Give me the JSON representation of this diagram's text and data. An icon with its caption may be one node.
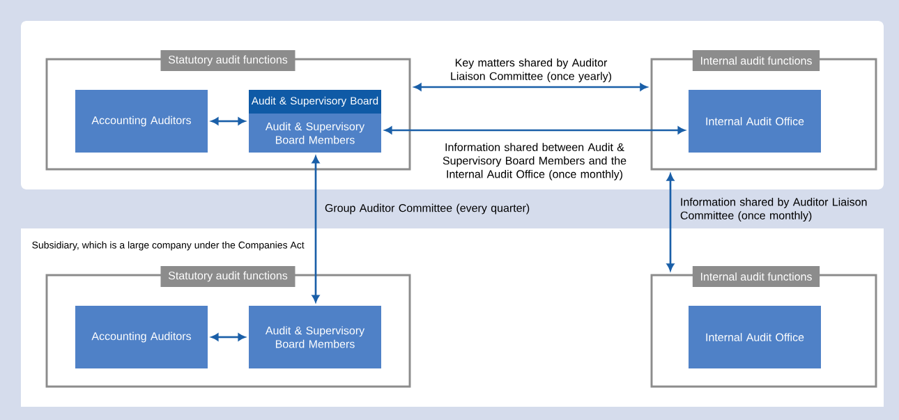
{
  "diagram": {
    "nodes": [
      {
        "text": [],
        "shape": "box"
      },
      {
        "text": [
          "Statutory audit functions"
        ],
        "in": 0
      },
      {
        "text": [
          "Accounting Auditors"
        ],
        "in": 1
      },
      {
        "text": [
          "Audit & Supervisory Board",
          "Audit & Supervisory Board Members"
        ],
        "in": 1
      },
      {
        "text": [
          "Internal audit functions"
        ],
        "in": 0
      },
      {
        "text": [
          "Internal Audit Office"
        ],
        "in": 4
      },
      {
        "text": [
          "Subsidiary, which is a large company under the Companies Act"
        ]
      },
      {
        "text": [
          "Statutory audit functions"
        ],
        "in": 6
      },
      {
        "text": [
          "Accounting Auditors"
        ],
        "in": 7
      },
      {
        "text": [
          "Audit & Supervisory Board Members"
        ],
        "in": 7
      },
      {
        "text": [
          "Internal audit functions"
        ],
        "in": 6
      },
      {
        "text": [
          "Internal Audit Office"
        ],
        "in": 10
      }
    ],
    "edges": [
      {
        "from": 2,
        "to": 3,
        "arrow": "both"
      },
      {
        "from": 1,
        "to": 4,
        "arrow": "both",
        "label": "Key matters shared by Auditor Liaison Committee (once yearly)"
      },
      {
        "from": 3,
        "to": 5,
        "arrow": "both",
        "label": "Information shared between Audit & Supervisory Board Members and the Internal Audit Office (once monthly)"
      },
      {
        "from": 3,
        "to": 9,
        "arrow": "both",
        "label": "Group Auditor Committee (every quarter)"
      },
      {
        "from": 4,
        "to": 10,
        "arrow": "both",
        "label": "Information shared by Auditor Liaison Committee (once monthly)"
      },
      {
        "from": 8,
        "to": 9,
        "arrow": "both"
      }
    ]
  }
}
